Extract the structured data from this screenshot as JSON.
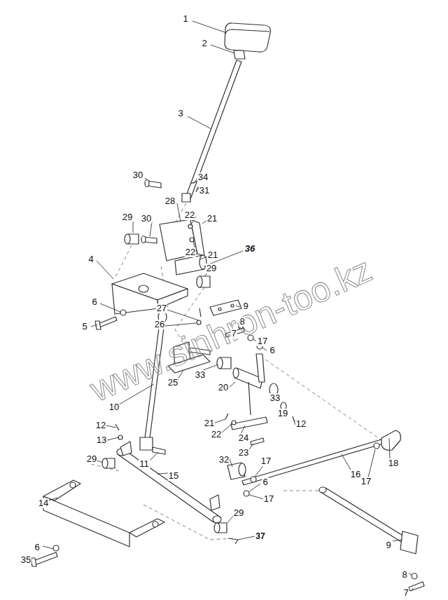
{
  "diagram": {
    "labels": [
      "1",
      "2",
      "3",
      "30",
      "34",
      "31",
      "28",
      "22",
      "29",
      "30",
      "21",
      "36",
      "22",
      "21",
      "4",
      "29",
      "6",
      "9",
      "27",
      "8",
      "26",
      "5",
      "7",
      "17",
      "6",
      "33",
      "25",
      "20",
      "33",
      "10",
      "19",
      "21",
      "12",
      "12",
      "22",
      "24",
      "13",
      "23",
      "29",
      "32",
      "17",
      "18",
      "11",
      "16",
      "15",
      "17",
      "6",
      "17",
      "14",
      "29",
      "37",
      "9",
      "6",
      "35",
      "8",
      "7",
      "www.sinhron-too.kz"
    ]
  }
}
